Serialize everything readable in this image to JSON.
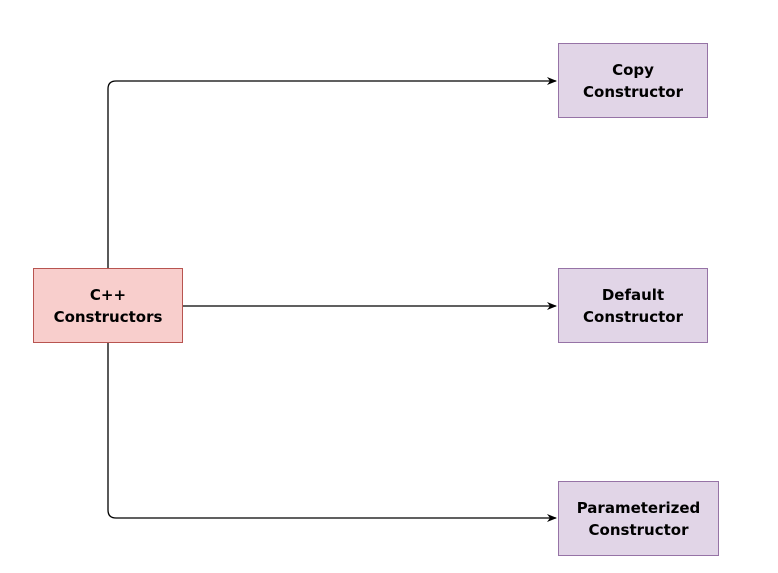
{
  "root": {
    "line1": "C++",
    "line2": "Constructors"
  },
  "children": [
    {
      "line1": "Copy",
      "line2": "Constructor"
    },
    {
      "line1": "Default",
      "line2": "Constructor"
    },
    {
      "line1": "Parameterized",
      "line2": "Constructor"
    }
  ],
  "colors": {
    "root_fill": "#f8cecc",
    "root_border": "#b85450",
    "child_fill": "#e1d5e7",
    "child_border": "#9673a6",
    "connector": "#000000"
  }
}
